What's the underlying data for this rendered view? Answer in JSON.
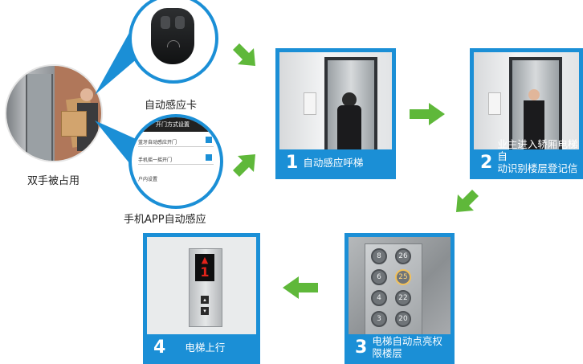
{
  "left": {
    "caption": "双手被占用"
  },
  "remote": {
    "caption": "自动感应卡"
  },
  "app": {
    "caption": "手机APP自动感应",
    "screen_title": "开门方式设置",
    "row1": "蓝牙自动感应开门",
    "row2": "手机摇一摇开门",
    "row3": "户内设置"
  },
  "steps": [
    {
      "num": "1",
      "text": "自动感应呼梯"
    },
    {
      "num": "2",
      "text_line1": "业主进入轿厢电梯自",
      "text_line2": "动识别楼层登记信息"
    },
    {
      "num": "3",
      "text_line1": "电梯自动点亮权",
      "text_line2": "限楼层"
    },
    {
      "num": "4",
      "text": "电梯上行"
    }
  ],
  "buttons": [
    "8",
    "26",
    "6",
    "25",
    "4",
    "22",
    "3",
    "20"
  ],
  "display": {
    "floor": "1"
  },
  "colors": {
    "accent": "#1b8fd6",
    "arrow": "#5fb83a",
    "display_red": "#e2231a"
  }
}
